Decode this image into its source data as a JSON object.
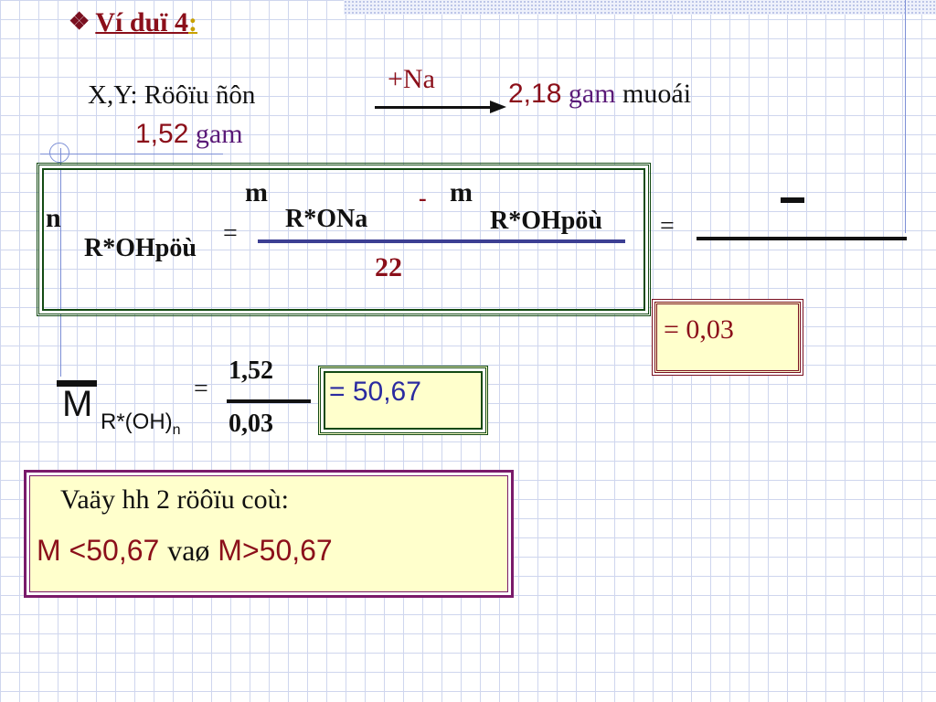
{
  "slide": {
    "title_bullet": "❖",
    "title": "Ví duï 4",
    "title_colon": ":",
    "reactant_label": "X,Y: Röôïu ñôn",
    "reagent": "+Na",
    "product_amount": "2,18",
    "product_unit": "gam",
    "product_label": "muoái",
    "reactant_amount": "1,52",
    "reactant_unit": "gam",
    "formula": {
      "lhs_symbol": "n",
      "lhs_subscript": "R*OHpöù",
      "equals": "=",
      "m1_symbol": "m",
      "m1_subscript": "R*ONa",
      "minus": "-",
      "m2_symbol": "m",
      "m2_subscript": "R*OHpöù",
      "denominator": "22",
      "equals2": "="
    },
    "result_n": "= 0,03",
    "molar": {
      "symbol": "M",
      "subscript": "R*(OH)",
      "sub_n": "n",
      "equals": "=",
      "numerator": "1,52",
      "denominator": "0,03",
      "result": "= 50,67"
    },
    "conclusion": {
      "line1": "Vaäy hh 2 röôïu coù:",
      "line2_a": "M <50,67 ",
      "line2_b": "vaø",
      "line2_c": " M>50,67"
    }
  }
}
